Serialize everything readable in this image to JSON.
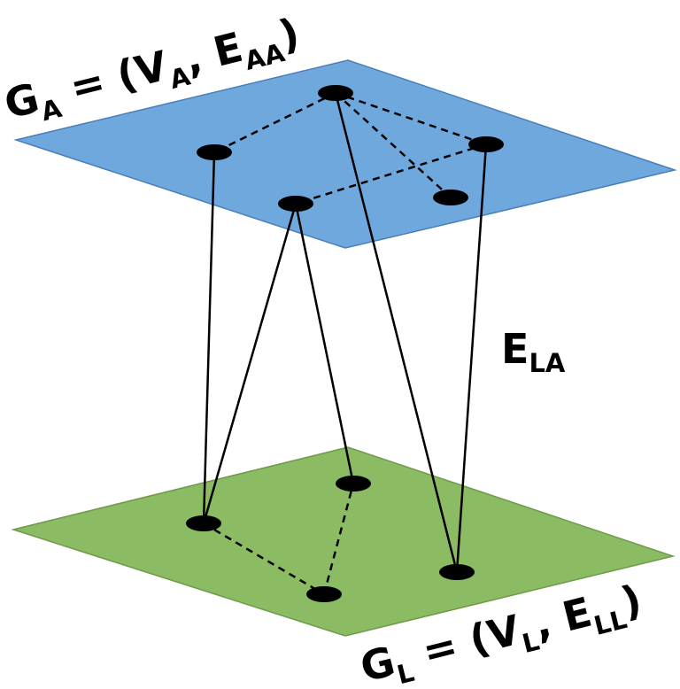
{
  "colors": {
    "top_plane": "#6FA8DC",
    "top_plane_border": "#4A7EBB",
    "bottom_plane": "#8BBB63",
    "bottom_plane_border": "#6E9A4A",
    "node": "#000000",
    "edge": "#000000"
  },
  "labels": {
    "top": {
      "g": "G",
      "g_sub": "A",
      "mid": " = (V",
      "v_sub": "A",
      "comma": ", E",
      "e_sub": "AA",
      "close": ")"
    },
    "middle": {
      "e": "E",
      "e_sub": "LA"
    },
    "bottom": {
      "g": "G",
      "g_sub": "L",
      "mid": " = (V",
      "v_sub": "L",
      "comma": ", E",
      "e_sub": "LL",
      "close": ")"
    }
  },
  "graph": {
    "top_nodes": [
      "a1",
      "a2",
      "a3",
      "a4",
      "a5"
    ],
    "bottom_nodes": [
      "l1",
      "l2",
      "l3",
      "l4"
    ],
    "intra_top_edges_dashed": [
      [
        "a1",
        "a2"
      ],
      [
        "a1",
        "a3"
      ],
      [
        "a1",
        "a5"
      ],
      [
        "a3",
        "a4"
      ]
    ],
    "intra_bottom_edges_dashed": [
      [
        "l1",
        "l2"
      ],
      [
        "l2",
        "l3"
      ]
    ],
    "inter_layer_edges": [
      [
        "a2",
        "l1"
      ],
      [
        "a4",
        "l1"
      ],
      [
        "a4",
        "l3"
      ],
      [
        "a1",
        "l4"
      ],
      [
        "a3",
        "l4"
      ]
    ]
  }
}
